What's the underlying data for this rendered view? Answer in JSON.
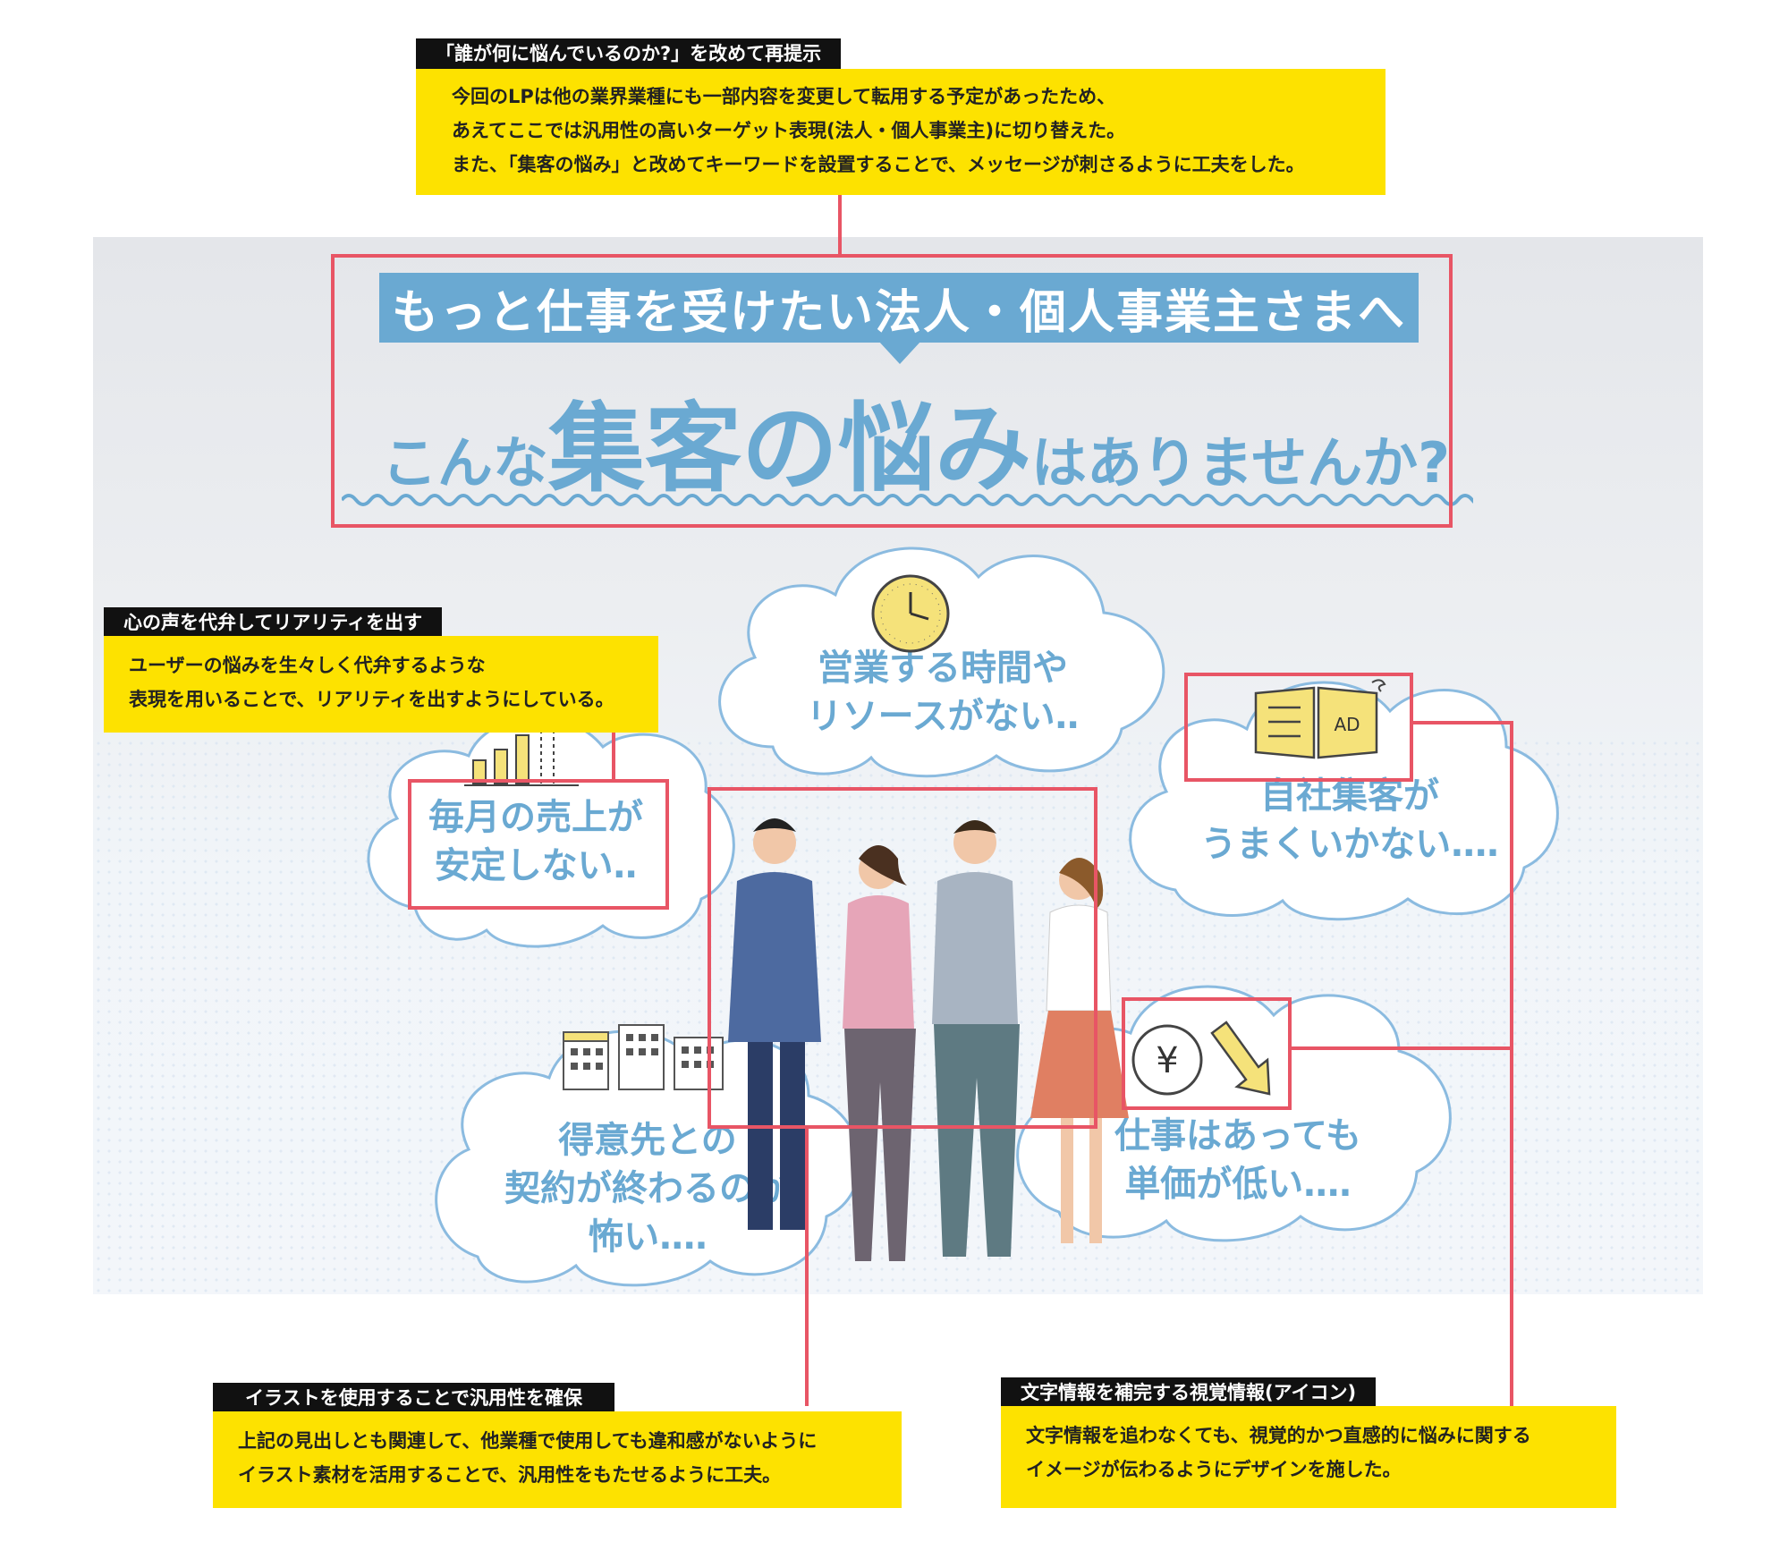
{
  "lp": {
    "banner": "もっと仕事を受けたい法人・個人事業主さまへ",
    "headline": {
      "part1": "こんな",
      "part2": "集客の悩み",
      "part3": "はありませんか?"
    },
    "clouds": {
      "sales": "毎月の売上が\n安定しない‥",
      "time": "営業する時間や\nリソースがない‥",
      "own": "自社集客が\nうまくいかない‥‥",
      "client": "得意先との\n契約が終わるのが\n怖い‥‥",
      "price": "仕事はあっても\n単価が低い‥‥"
    },
    "icon_labels": {
      "ad": "AD",
      "yen": "¥"
    }
  },
  "annotations": {
    "top": {
      "title": "「誰が何に悩んでいるのか?」を改めて再提示",
      "lines": [
        "今回のLPは他の業界業種にも一部内容を変更して転用する予定があったため、",
        "あえてここでは汎用性の高いターゲット表現(法人・個人事業主)に切り替えた。",
        "また、「集客の悩み」と改めてキーワードを設置することで、メッセージが刺さるように工夫をした。"
      ]
    },
    "left": {
      "title": "心の声を代弁してリアリティを出す",
      "lines": [
        "ユーザーの悩みを生々しく代弁するような",
        "表現を用いることで、リアリティを出すようにしている。"
      ]
    },
    "bottom_left": {
      "title": "イラストを使用することで汎用性を確保",
      "lines": [
        "上記の見出しとも関連して、他業種で使用しても違和感がないように",
        "イラスト素材を活用することで、汎用性をもたせるように工夫。"
      ]
    },
    "bottom_right": {
      "title": "文字情報を補完する視覚情報(アイコン)",
      "lines": [
        "文字情報を追わなくても、視覚的かつ直感的に悩みに関する",
        "イメージが伝わるようにデザインを施した。"
      ]
    }
  },
  "colors": {
    "accent_blue": "#6aa9d2",
    "highlight_red": "#e85565",
    "note_yellow": "#fde200",
    "label_black": "#111111",
    "icon_yellow": "#f5e27a"
  }
}
